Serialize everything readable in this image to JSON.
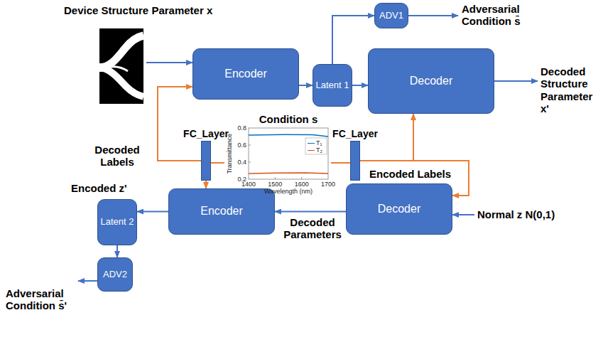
{
  "diagram": {
    "nodes": [
      {
        "text": [
          "Encoder"
        ]
      },
      {
        "text": [
          "Latent 1"
        ]
      },
      {
        "text": [
          "ADV1"
        ]
      },
      {
        "text": [
          "Decoder"
        ]
      },
      {
        "text": [
          "FC_Layer"
        ]
      },
      {
        "text": [
          "FC_Layer"
        ]
      },
      {
        "text": [
          "Encoder"
        ]
      },
      {
        "text": [
          "Decoder"
        ]
      },
      {
        "text": [
          "Latent 2"
        ]
      },
      {
        "text": [
          "ADV2"
        ]
      }
    ],
    "edges": [
      {
        "from": 0,
        "to": 1,
        "arrow": "to"
      },
      {
        "from": 1,
        "to": 2,
        "arrow": "to"
      },
      {
        "from": 1,
        "to": 3,
        "arrow": "to"
      },
      {
        "from": 4,
        "to": 0,
        "arrow": "to"
      },
      {
        "from": 4,
        "to": 6,
        "arrow": "to"
      },
      {
        "from": 5,
        "to": 3,
        "arrow": "to"
      },
      {
        "from": 5,
        "to": 7,
        "arrow": "to"
      },
      {
        "from": 7,
        "to": 6,
        "arrow": "to"
      },
      {
        "from": 6,
        "to": 8,
        "arrow": "to"
      },
      {
        "from": 8,
        "to": 9,
        "arrow": "to"
      }
    ],
    "labels": [
      "Device Structure Parameter x",
      "Adversarial Condition s̄",
      "Decoded Structure Parameter x'",
      "Decoded Labels",
      "Condition s",
      "Encoded Labels",
      "Encoded z'",
      "Decoded Parameters",
      "Normal z N(0,1)",
      "Adversarial Condition s̄'",
      "Transmittance",
      "0.8",
      "0.6",
      "0.4",
      "0.2",
      "1400",
      "1500",
      "1600",
      "1700",
      "Wavelength (nm)"
    ],
    "legend": [
      {
        "text": "T₁"
      },
      {
        "text": "T₂"
      }
    ]
  }
}
